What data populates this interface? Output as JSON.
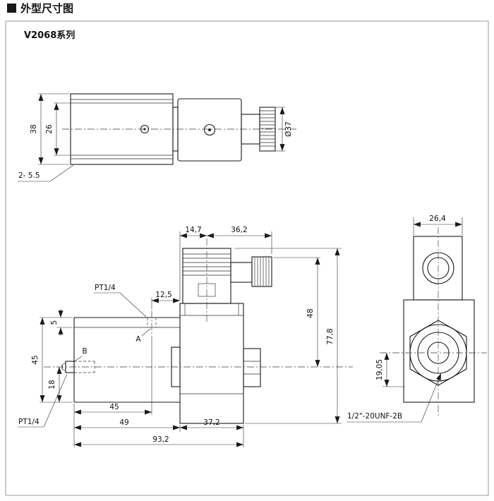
{
  "page": {
    "title": "外型尺寸图"
  },
  "panel": {
    "series": "V2068系列"
  },
  "colors": {
    "ink": "#1a1a1a",
    "frame": "#9a9a9a",
    "background": "#ffffff"
  },
  "views": {
    "top": {
      "dim_height_outer": "38",
      "dim_height_inner": "26",
      "dim_gland_dia": "Ø37",
      "holes_note": "2- 5.5"
    },
    "front": {
      "dim_conn_left": "14,7",
      "dim_conn_right": "36,2",
      "port_top_label": "PT1/4",
      "dim_port_offset": "12,5",
      "dim_plate_thk": "5",
      "dim_block_height": "45",
      "dim_axis_height": "18",
      "port_a_label": "A",
      "port_b_label": "B",
      "dim_coil_height": "48",
      "dim_total_height": "77,8",
      "dim_port_span": "45",
      "dim_block_width": "49",
      "dim_total_width": "93,2",
      "dim_body_width": "37,2",
      "port_bottom_label": "PT1/4"
    },
    "side": {
      "dim_top_width": "26,4",
      "dim_center_height": "19,05",
      "thread_note": "1/2\"-20UNF-2B"
    }
  }
}
